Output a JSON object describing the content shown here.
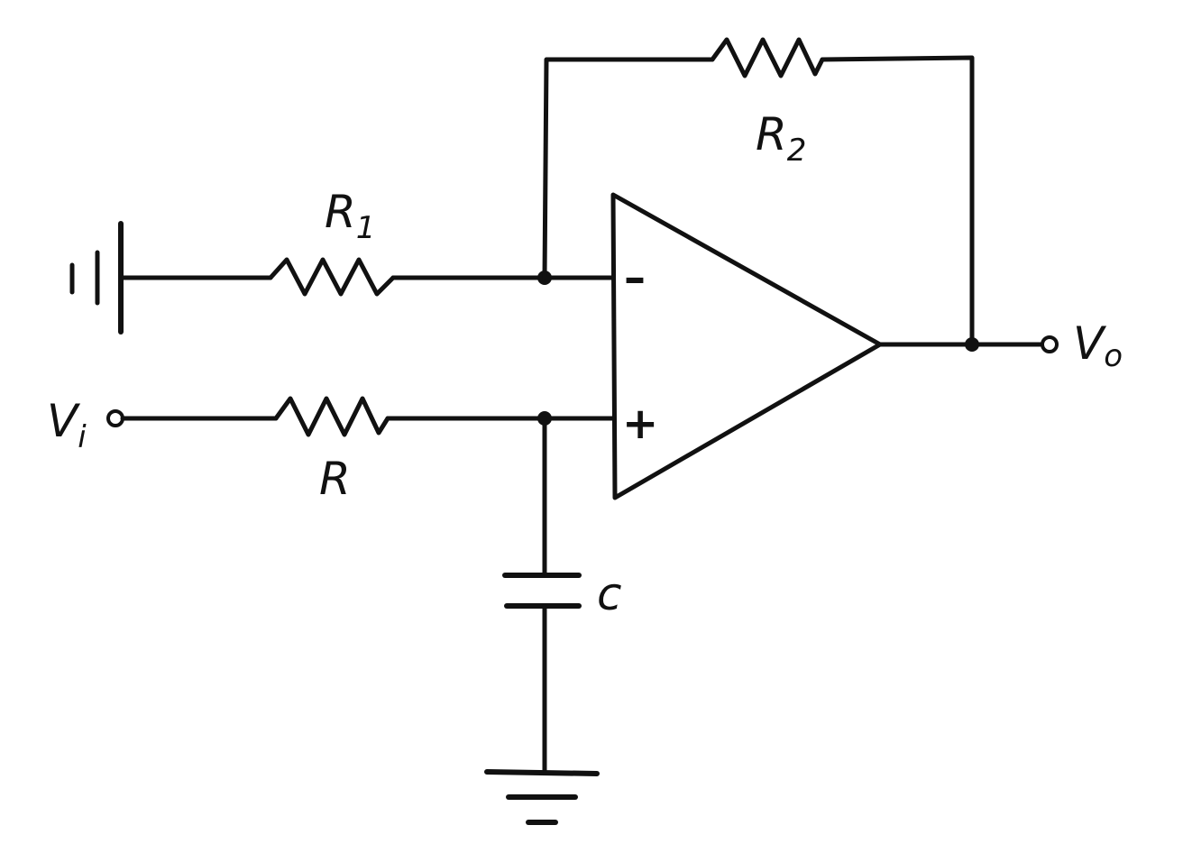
{
  "components": {
    "r1": {
      "label": "R",
      "subscript": "1"
    },
    "r2": {
      "label": "R",
      "subscript": "2"
    },
    "r": {
      "label": "R"
    },
    "c": {
      "label": "c"
    },
    "opamp": {
      "inverting_sign": "–",
      "noninverting_sign": "+"
    }
  },
  "terminals": {
    "vi": {
      "label": "V",
      "subscript": "i"
    },
    "vo": {
      "label": "V",
      "subscript": "o"
    }
  }
}
